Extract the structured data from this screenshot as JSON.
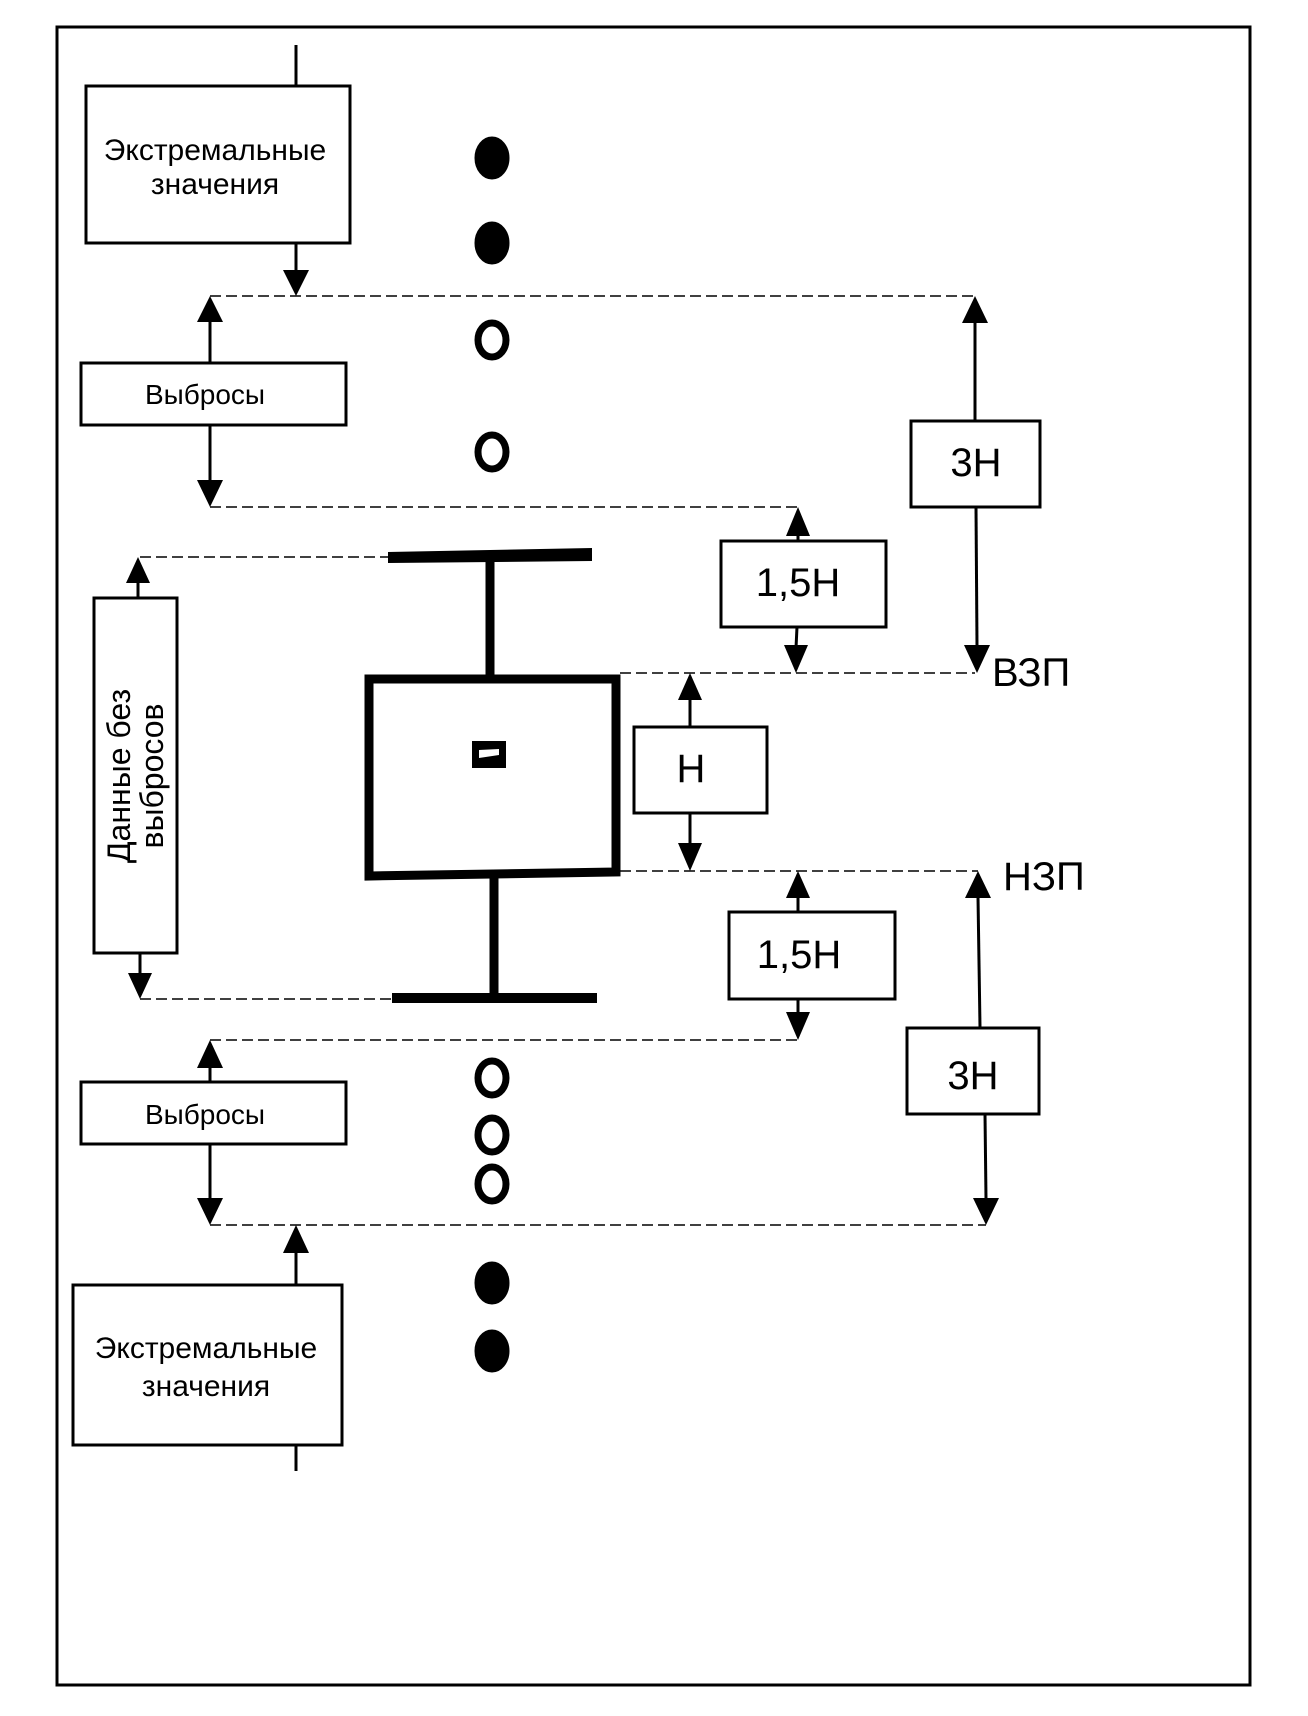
{
  "diagram": {
    "type": "boxplot-explanation",
    "colors": {
      "stroke": "#000000",
      "background": "#ffffff"
    },
    "labels": {
      "extreme_top_line1": "Экстремальные",
      "extreme_top_line2": "значения",
      "outliers_top": "Выбросы",
      "factor_3h_top": "3Н",
      "factor_15h_top": "1,5Н",
      "upper_hinge": "ВЗП",
      "iqr": "Н",
      "lower_hinge": "НЗП",
      "factor_15h_bottom": "1,5Н",
      "outliers_bottom": "Выбросы",
      "factor_3h_bottom": "3Н",
      "extreme_bottom_line1": "Экстремальные",
      "extreme_bottom_line2": "значения",
      "no_outliers_line1": "Данные без",
      "no_outliers_line2": "выбросов"
    },
    "points": {
      "extreme_top": {
        "count": 2,
        "marker": "filled"
      },
      "outliers_top": {
        "count": 2,
        "marker": "open"
      },
      "outliers_bottom": {
        "count": 3,
        "marker": "open"
      },
      "extreme_bottom": {
        "count": 2,
        "marker": "filled"
      }
    }
  }
}
